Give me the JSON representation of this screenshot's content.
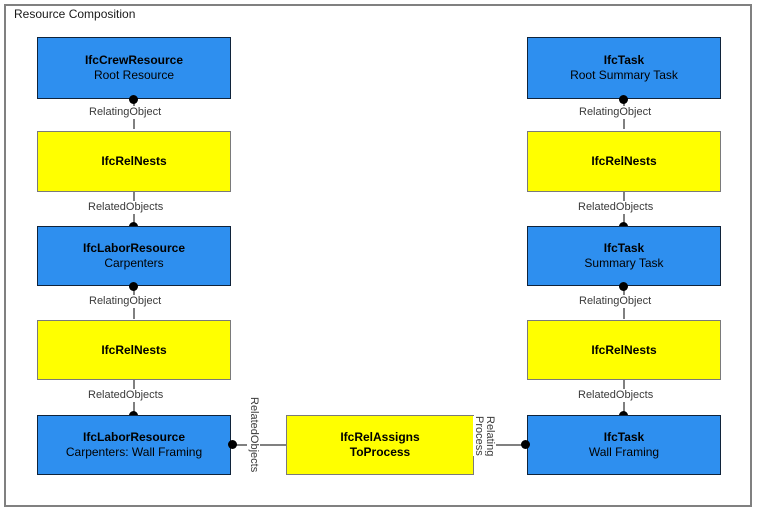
{
  "diagram": {
    "title": "Resource Composition",
    "frame_border_color": "#808080",
    "colors": {
      "entity_fill": "#2e8fef",
      "relationship_fill": "#ffff00",
      "connector": "#808080",
      "endpoint_dot": "#000000",
      "label_text": "#3a3a3a"
    }
  },
  "nodes": {
    "left_root": {
      "type": "IfcCrewResource",
      "name": "Root Resource",
      "fill": "#2e8fef"
    },
    "left_nests_1": {
      "type": "IfcRelNests",
      "name": "",
      "fill": "#ffff00"
    },
    "left_mid": {
      "type": "IfcLaborResource",
      "name": "Carpenters",
      "fill": "#2e8fef"
    },
    "left_nests_2": {
      "type": "IfcRelNests",
      "name": "",
      "fill": "#ffff00"
    },
    "left_leaf": {
      "type": "IfcLaborResource",
      "name": "Carpenters: Wall Framing",
      "fill": "#2e8fef"
    },
    "right_root": {
      "type": "IfcTask",
      "name": "Root Summary Task",
      "fill": "#2e8fef"
    },
    "right_nests_1": {
      "type": "IfcRelNests",
      "name": "",
      "fill": "#ffff00"
    },
    "right_mid": {
      "type": "IfcTask",
      "name": "Summary Task",
      "fill": "#2e8fef"
    },
    "right_nests_2": {
      "type": "IfcRelNests",
      "name": "",
      "fill": "#ffff00"
    },
    "right_leaf": {
      "type": "IfcTask",
      "name": "Wall Framing",
      "fill": "#2e8fef"
    },
    "center_assign": {
      "type_line1": "IfcRelAssigns",
      "type_line2": "ToProcess",
      "fill": "#ffff00"
    }
  },
  "edge_labels": {
    "left_e1": "RelatingObject",
    "left_e2": "RelatedObjects",
    "left_e3": "RelatingObject",
    "left_e4": "RelatedObjects",
    "right_e1": "RelatingObject",
    "right_e2": "RelatedObjects",
    "right_e3": "RelatingObject",
    "right_e4": "RelatedObjects",
    "center_left": "RelatedObjects",
    "center_right_line1": "Relating",
    "center_right_line2": "Process"
  }
}
